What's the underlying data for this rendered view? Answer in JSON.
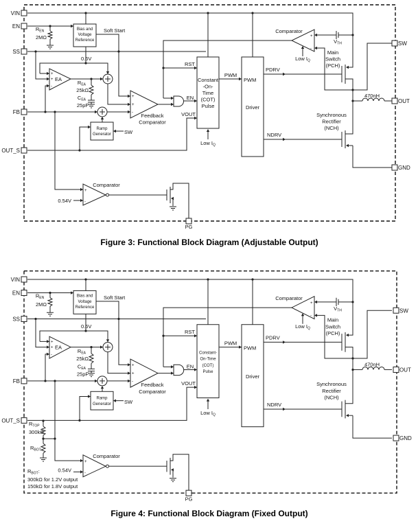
{
  "figures": [
    {
      "caption": "Figure 3: Functional Block Diagram (Adjustable Output)",
      "pins": {
        "vin": "VIN",
        "en": "EN",
        "ss": "SS",
        "fb": "FB",
        "out_s": "OUT_S",
        "sw": "SW",
        "out": "OUT",
        "gnd": "GND",
        "pg": "PG"
      },
      "blocks": {
        "bias": [
          "Bias and",
          "Voltage",
          "Reference"
        ],
        "ea": "EA",
        "ramp": [
          "Ramp",
          "Generator"
        ],
        "cot": [
          "Constant",
          "-On-",
          "Time",
          "(COT)",
          "Pulse"
        ],
        "driver": "Driver",
        "driver_pwm": "PWM",
        "feedback_comparator": [
          "Feedback",
          "Comparator"
        ],
        "comparator_top": "Comparator",
        "comparator_pg": "Comparator"
      },
      "signals": {
        "soft_start": "Soft Start",
        "ref": "0.6V",
        "rst": "RST",
        "en": "EN",
        "vout": "VOUT",
        "pwm": "PWM",
        "pdrv": "PDRV",
        "ndrv": "NDRV",
        "sw_ramp": "SW",
        "ref_pg": "0.54V",
        "low_iq_cot": {
          "name": "Low I",
          "sub": "Q"
        },
        "low_iq_comp": {
          "name": "Low I",
          "sub": "Q"
        }
      },
      "components": {
        "r_en": {
          "name": "R",
          "sub": "EN",
          "value": "2MΩ"
        },
        "r_ea": {
          "name": "R",
          "sub": "EA",
          "value": "25kΩ"
        },
        "c_ea": {
          "name": "C",
          "sub": "EA",
          "value": "25pF"
        },
        "v_th": {
          "name": "V",
          "sub": "TH"
        },
        "inductor": "470nH"
      },
      "switches": {
        "main": [
          "Main",
          "Switch",
          "(PCH)"
        ],
        "sync": [
          "Synchronous",
          "Rectifier",
          "(NCH)"
        ]
      }
    },
    {
      "caption": "Figure 4: Functional Block Diagram (Fixed Output)",
      "pins": {
        "vin": "VIN",
        "en": "EN",
        "ss": "SS",
        "fb": "FB",
        "out_s": "OUT_S",
        "sw": "SW",
        "out": "OUT",
        "gnd": "GND",
        "pg": "PG"
      },
      "blocks": {
        "bias": [
          "Bias and",
          "Voltage",
          "Reference"
        ],
        "ea": "EA",
        "ramp": [
          "Ramp",
          "Generator"
        ],
        "cot": [
          "Constant-",
          "On-Time",
          "(COT)",
          "Pulse"
        ],
        "driver": "Driver",
        "driver_pwm": "PWM",
        "feedback_comparator": [
          "Feedback",
          "Comparator"
        ],
        "comparator_top": "Comparator",
        "comparator_pg": "Comparator"
      },
      "signals": {
        "soft_start": "Soft Start",
        "ref": "0.6V",
        "rst": "RST",
        "en": "EN",
        "vout": "VOUT",
        "pwm": "PWM",
        "pdrv": "PDRV",
        "ndrv": "NDRV",
        "sw_ramp": "SW",
        "ref_pg": "0.54V",
        "low_iq_cot": {
          "name": "Low I",
          "sub": "Q"
        },
        "low_iq_comp": {
          "name": "Low I",
          "sub": "Q"
        }
      },
      "components": {
        "r_en": {
          "name": "R",
          "sub": "EN",
          "value": "2MΩ"
        },
        "r_ea": {
          "name": "R",
          "sub": "EA",
          "value": "25kΩ"
        },
        "c_ea": {
          "name": "C",
          "sub": "EA",
          "value": "25pF"
        },
        "v_th": {
          "name": "V",
          "sub": "TH"
        },
        "inductor": "470nH",
        "r_top": {
          "name": "R",
          "sub": "TOP",
          "value": "300kΩ"
        },
        "r_bot": {
          "name": "R",
          "sub": "BOT"
        }
      },
      "switches": {
        "main": [
          "Main",
          "Switch",
          "(PCH)"
        ],
        "sync": [
          "Synchronous",
          "Rectifier",
          "(NCH)"
        ]
      },
      "notes": {
        "title": {
          "name": "R",
          "sub": "BOT",
          "suffix": ":"
        },
        "lines": [
          "300kΩ for 1.2V output",
          "150kΩ for 1.8V output"
        ]
      }
    }
  ]
}
